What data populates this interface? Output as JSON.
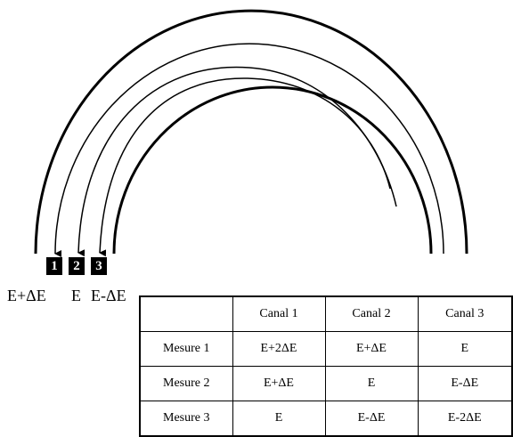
{
  "channels": [
    {
      "number": "1",
      "energy": "E+ΔE"
    },
    {
      "number": "2",
      "energy": "E"
    },
    {
      "number": "3",
      "energy": "E-ΔE"
    }
  ],
  "table": {
    "corner": "",
    "columns": [
      "Canal 1",
      "Canal 2",
      "Canal 3"
    ],
    "rows": [
      {
        "label": "Mesure 1",
        "cells": [
          "E+2ΔE",
          "E+ΔE",
          "E"
        ]
      },
      {
        "label": "Mesure 2",
        "cells": [
          "E+ΔE",
          "E",
          "E-ΔE"
        ]
      },
      {
        "label": "Mesure 3",
        "cells": [
          "E",
          "E-ΔE",
          "E-2ΔE"
        ]
      }
    ]
  },
  "colors": {
    "stroke": "#000000",
    "box": "#000000",
    "box_text": "#ffffff"
  }
}
